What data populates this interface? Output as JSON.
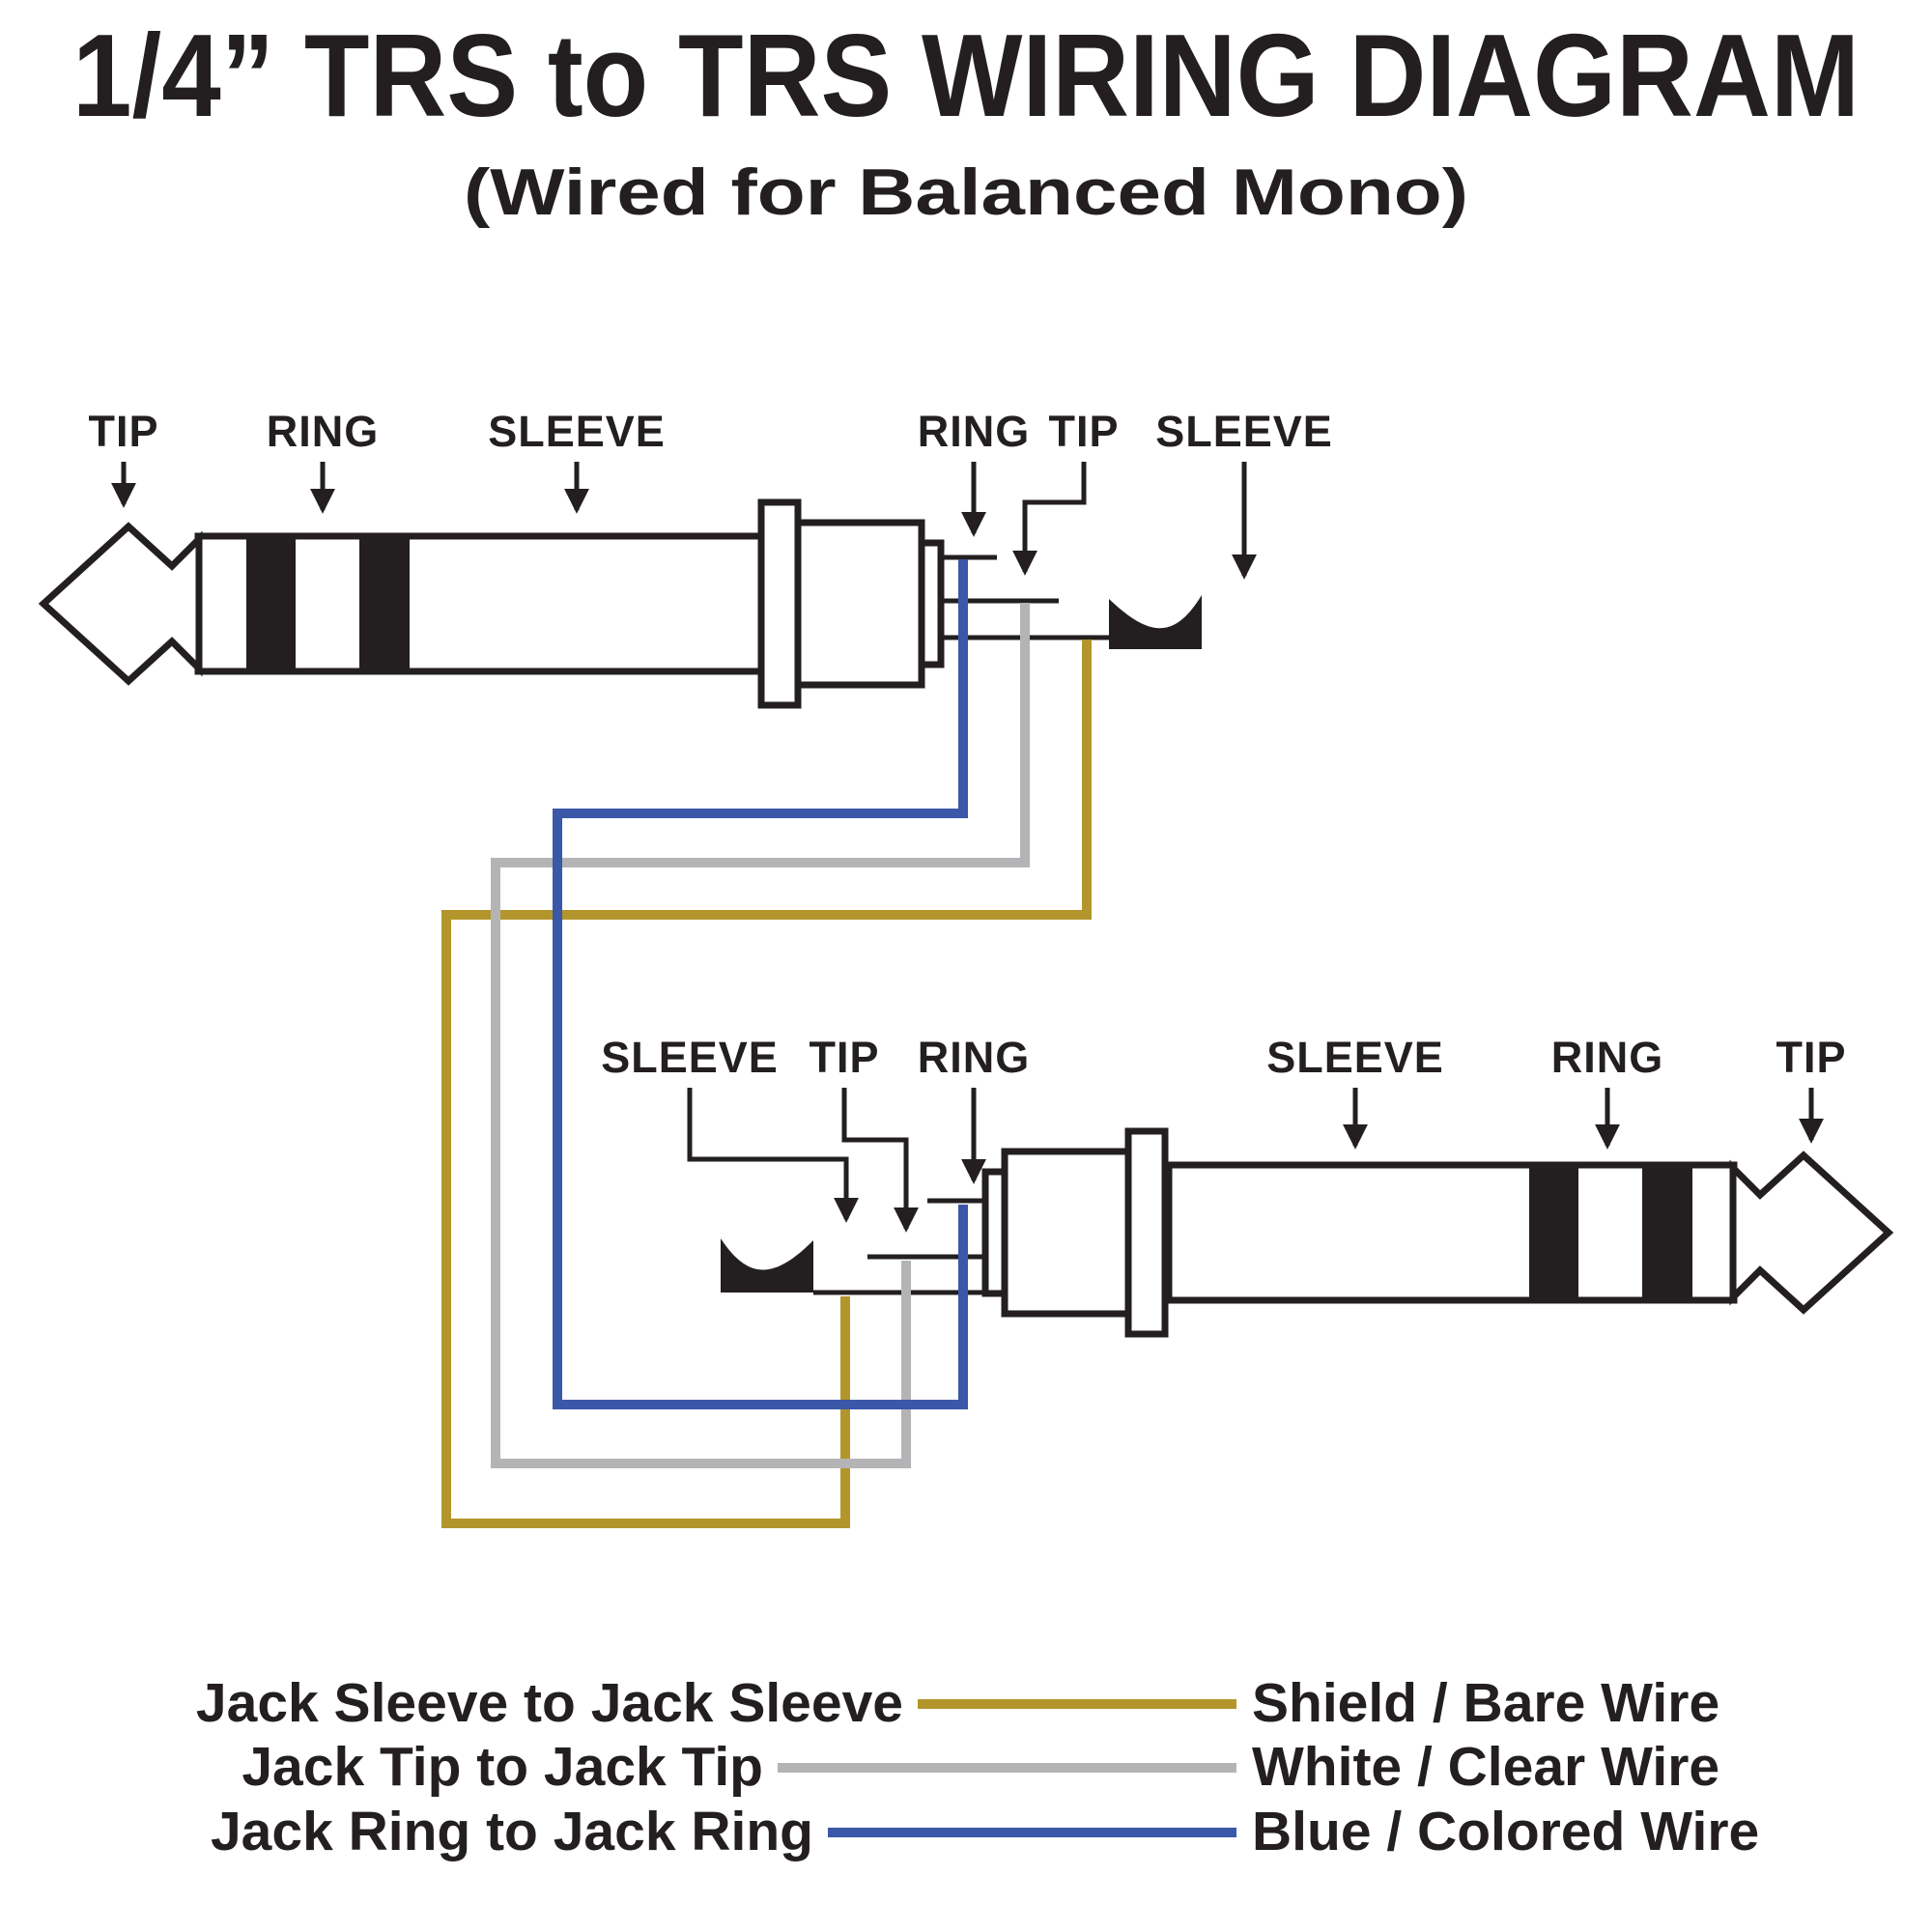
{
  "title": "1/4” TRS to TRS WIRING DIAGRAM",
  "subtitle": "(Wired for Balanced Mono)",
  "colors": {
    "ink": "#231f20",
    "shield_wire": "#b2962c",
    "white_wire": "#b4b4b6",
    "blue_wire": "#3b57a8"
  },
  "top_plug": {
    "labels": {
      "tip": "TIP",
      "ring": "RING",
      "sleeve": "SLEEVE",
      "back_ring": "RING",
      "back_tip": "TIP",
      "back_sleeve": "SLEEVE"
    }
  },
  "bottom_plug": {
    "labels": {
      "back_sleeve": "SLEEVE",
      "back_tip": "TIP",
      "back_ring": "RING",
      "sleeve": "SLEEVE",
      "ring": "RING",
      "tip": "TIP"
    }
  },
  "legend": {
    "rows": [
      {
        "connection": "Jack Sleeve to Jack Sleeve",
        "wire": "Shield / Bare Wire",
        "color_key": "shield_wire"
      },
      {
        "connection": "Jack Tip to Jack Tip",
        "wire": "White / Clear Wire",
        "color_key": "white_wire"
      },
      {
        "connection": "Jack Ring to Jack Ring",
        "wire": "Blue / Colored Wire",
        "color_key": "blue_wire"
      }
    ]
  }
}
